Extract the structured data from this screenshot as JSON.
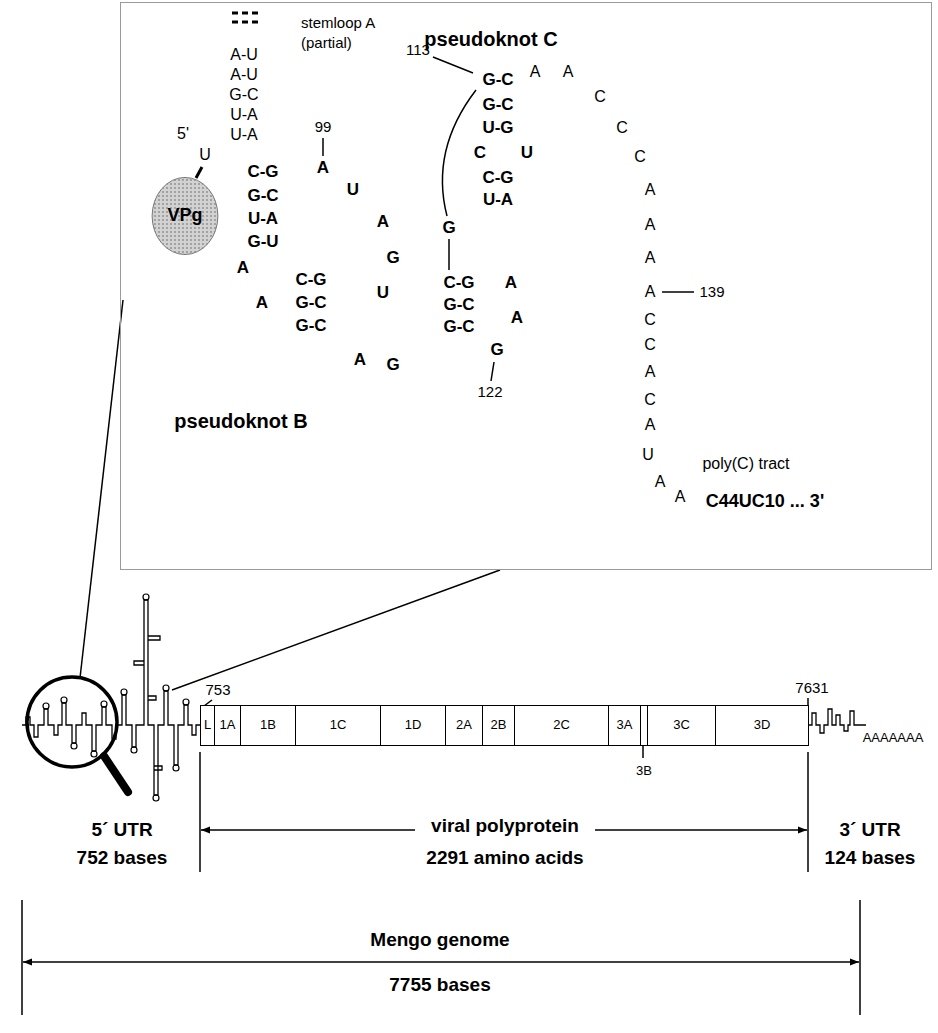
{
  "diagram": {
    "nodes": [
      {
        "text": [
          "stemloop A (partial)",
          "pseudoknot C",
          "pseudoknot B",
          "poly(C) tract"
        ]
      },
      {
        "text": [
          "VPg"
        ],
        "in": 0
      },
      {
        "text": [
          "L"
        ]
      },
      {
        "text": [
          "1A"
        ]
      },
      {
        "text": [
          "1B"
        ]
      },
      {
        "text": [
          "1C"
        ]
      },
      {
        "text": [
          "1D"
        ]
      },
      {
        "text": [
          "2A"
        ]
      },
      {
        "text": [
          "2B"
        ]
      },
      {
        "text": [
          "2C"
        ]
      },
      {
        "text": [
          "3A"
        ]
      },
      {
        "text": [
          "3B"
        ]
      },
      {
        "text": [
          "3C"
        ]
      },
      {
        "text": [
          "3D"
        ]
      }
    ],
    "labels": [
      "A-U",
      "A-U",
      "G-C",
      "U-A",
      "U-A",
      "5'",
      "U",
      "C-G",
      "G-C",
      "U-A",
      "G-U",
      "A",
      "A",
      "C-G",
      "G-C",
      "G-C",
      "99",
      "A",
      "U",
      "A",
      "G",
      "U",
      "A",
      "G",
      "G",
      "113",
      "G-C",
      "G-C",
      "U-G",
      "C",
      "U",
      "C-G",
      "U-A",
      "C-G",
      "G-C",
      "G-C",
      "A",
      "A",
      "G",
      "122",
      "A",
      "A",
      "C",
      "C",
      "C",
      "A",
      "A",
      "A",
      "A",
      "139",
      "C",
      "C",
      "A",
      "C",
      "A",
      "U",
      "A",
      "A",
      "C44UC10 ... 3'",
      "753",
      "7631",
      "AAAAAAA",
      "5´ UTR",
      "752 bases",
      "viral polyprotein",
      "2291 amino acids",
      "3´ UTR",
      "124 bases",
      "Mengo genome",
      "7755 bases"
    ]
  }
}
